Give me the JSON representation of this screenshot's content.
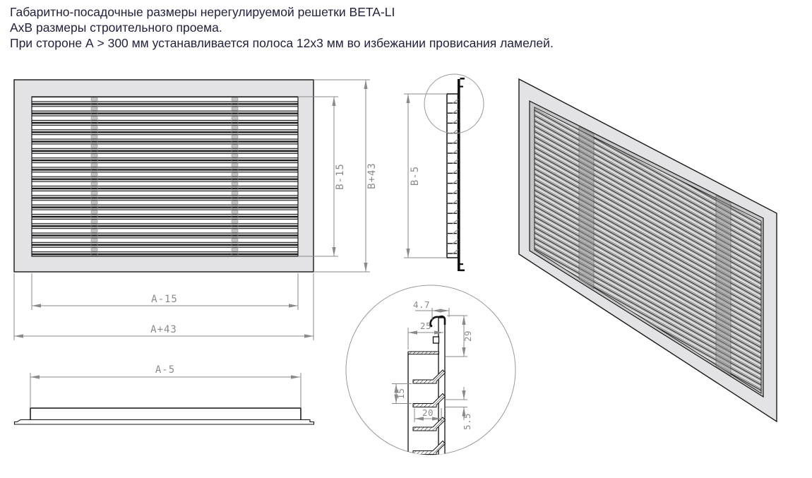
{
  "header": {
    "line1": "Габаритно-посадочные размеры нерегулируемой решетки BETA-LI",
    "line2": "АхВ размеры строительного проема.",
    "line3": "При стороне А > 300 мм устанавливается полоса 12х3 мм во избежании провисания ламелей."
  },
  "front_view": {
    "width_inner": "A-15",
    "width_outer": "A+43",
    "height_inner": "B-15",
    "height_outer": "B+43"
  },
  "side_view": {
    "height": "B-5"
  },
  "bottom_view": {
    "width": "A-5"
  },
  "detail_view": {
    "hook_width": "4.7",
    "frame_depth": "25",
    "face_height": "29",
    "lamella_pitch": "15",
    "lamella_depth": "20",
    "lamella_tip_height": "5.5"
  },
  "colors": {
    "frame_fill": "#e3e3e5",
    "dimension": "#8a8a8a",
    "text": "#22223f"
  }
}
